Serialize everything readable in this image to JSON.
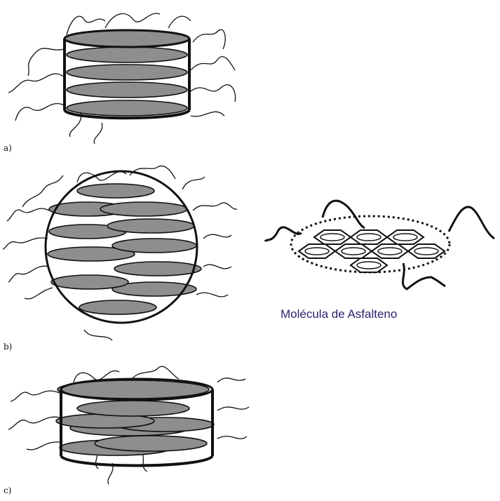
{
  "figure": {
    "labels": {
      "a": "a)",
      "b": "b)",
      "c": "c)"
    },
    "molecule_caption": "Molécula de Asfalteno",
    "colors": {
      "disc_fill": "#8e8e8e",
      "outline": "#111111",
      "caption_text": "#2b2570"
    }
  }
}
